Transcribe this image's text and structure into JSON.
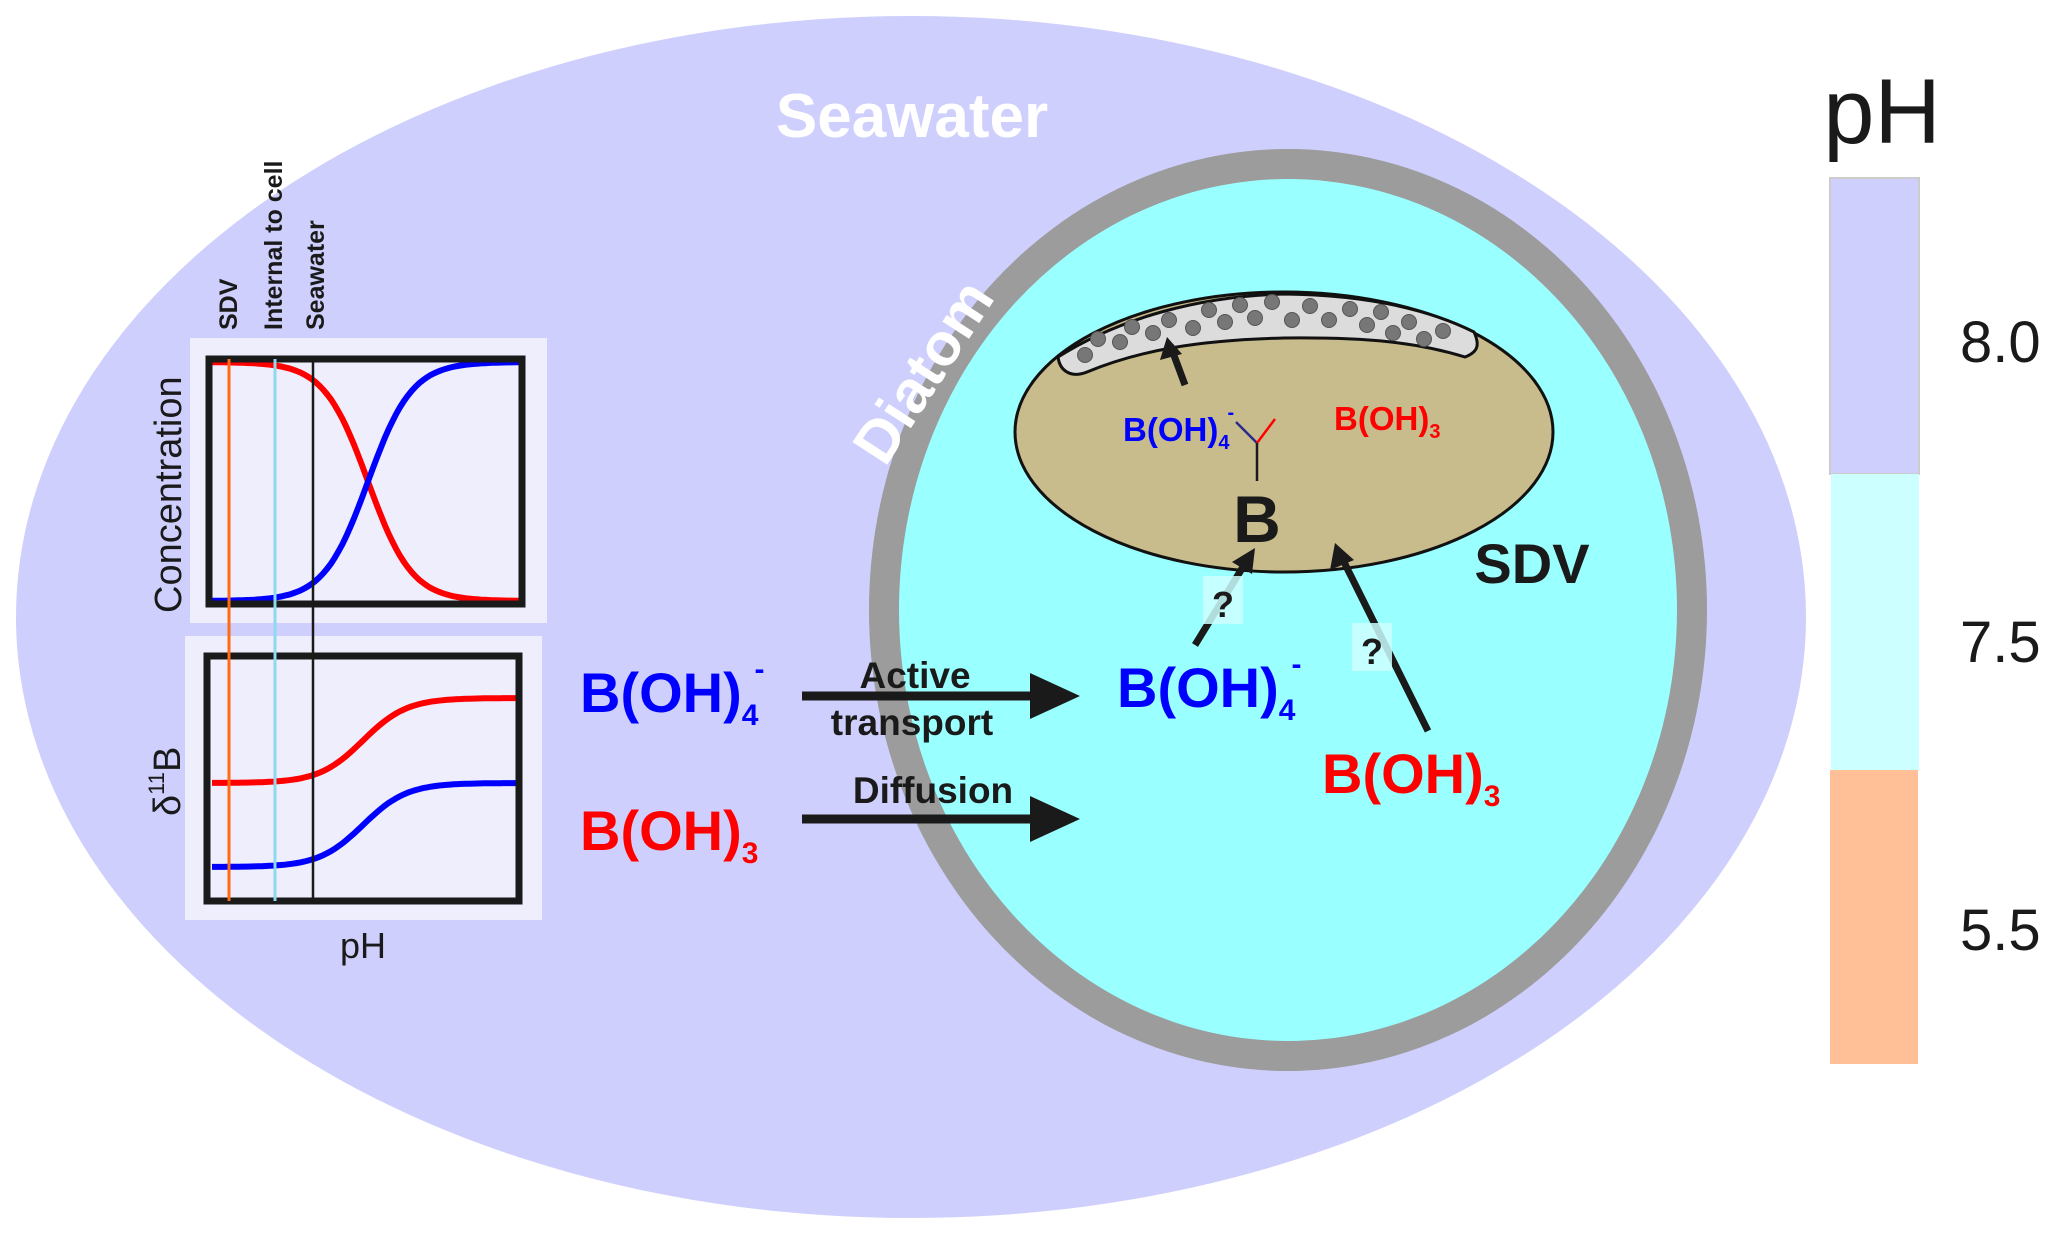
{
  "figure": {
    "colors": {
      "seawater": "#cfcffd",
      "cell_wall": "#9b9c9b",
      "cytoplasm": "#99ffff",
      "sdv_fill": "#c8bb8c",
      "silica_band": "#dcdcdc",
      "granule": "#777777",
      "borate": "#0000ff",
      "boric_acid": "#ff0000",
      "arrow": "#1a1a1a",
      "panel_bg": "#eeeefd",
      "sdv_line": "#ff6a13",
      "internal_line": "#8fd8f0",
      "seawater_line": "#1a1a1a",
      "bar_80": "#cfcffd",
      "bar_75": "#ccffff",
      "bar_55": "#ffc097"
    },
    "labels": {
      "seawater": "Seawater",
      "diatom": "Diatom",
      "sdv": "SDV",
      "boron": "B",
      "question": "?"
    },
    "species": {
      "borate": {
        "base": "B(OH)",
        "sub": "4",
        "sup": "-"
      },
      "boric_acid": {
        "base": "B(OH)",
        "sub": "3",
        "sup": ""
      }
    },
    "transport": {
      "active_line1": "Active",
      "active_line2": "transport",
      "diffusion": "Diffusion"
    },
    "insets": {
      "legend_lines": [
        "SDV",
        "Internal to cell",
        "Seawater"
      ],
      "top_ylabel": "Concentration",
      "bottom_ylabel_main": "δ",
      "bottom_ylabel_sup": "11",
      "bottom_ylabel_end": "B",
      "xlabel": "pH"
    },
    "ph_scale": {
      "title": "pH",
      "segments": [
        {
          "value": "8.0",
          "meaning": "Seawater"
        },
        {
          "value": "7.5",
          "meaning": "Internal to cell"
        },
        {
          "value": "5.5",
          "meaning": "SDV"
        }
      ]
    }
  }
}
